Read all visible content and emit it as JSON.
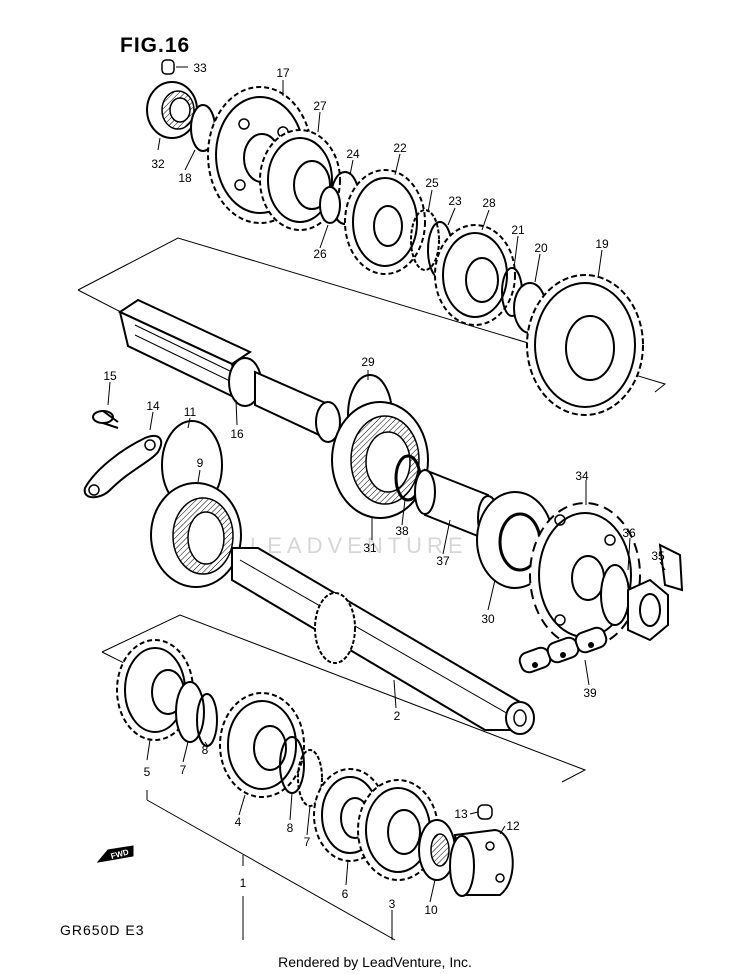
{
  "figure_title": "FIG.16",
  "model_code": "GR650D  E3",
  "footer": "Rendered by LeadVenture, Inc.",
  "watermark": "LEADVENTURE",
  "fwd_label": "FWD",
  "callouts": [
    "1",
    "2",
    "3",
    "4",
    "5",
    "6",
    "7",
    "7",
    "8",
    "8",
    "9",
    "10",
    "11",
    "12",
    "13",
    "14",
    "15",
    "16",
    "17",
    "18",
    "19",
    "20",
    "21",
    "22",
    "23",
    "24",
    "25",
    "26",
    "27",
    "28",
    "29",
    "30",
    "31",
    "32",
    "33",
    "34",
    "35",
    "36",
    "37",
    "38",
    "39"
  ],
  "colors": {
    "ink": "#000000",
    "paper": "#ffffff",
    "watermark": "#d6d6d6"
  }
}
